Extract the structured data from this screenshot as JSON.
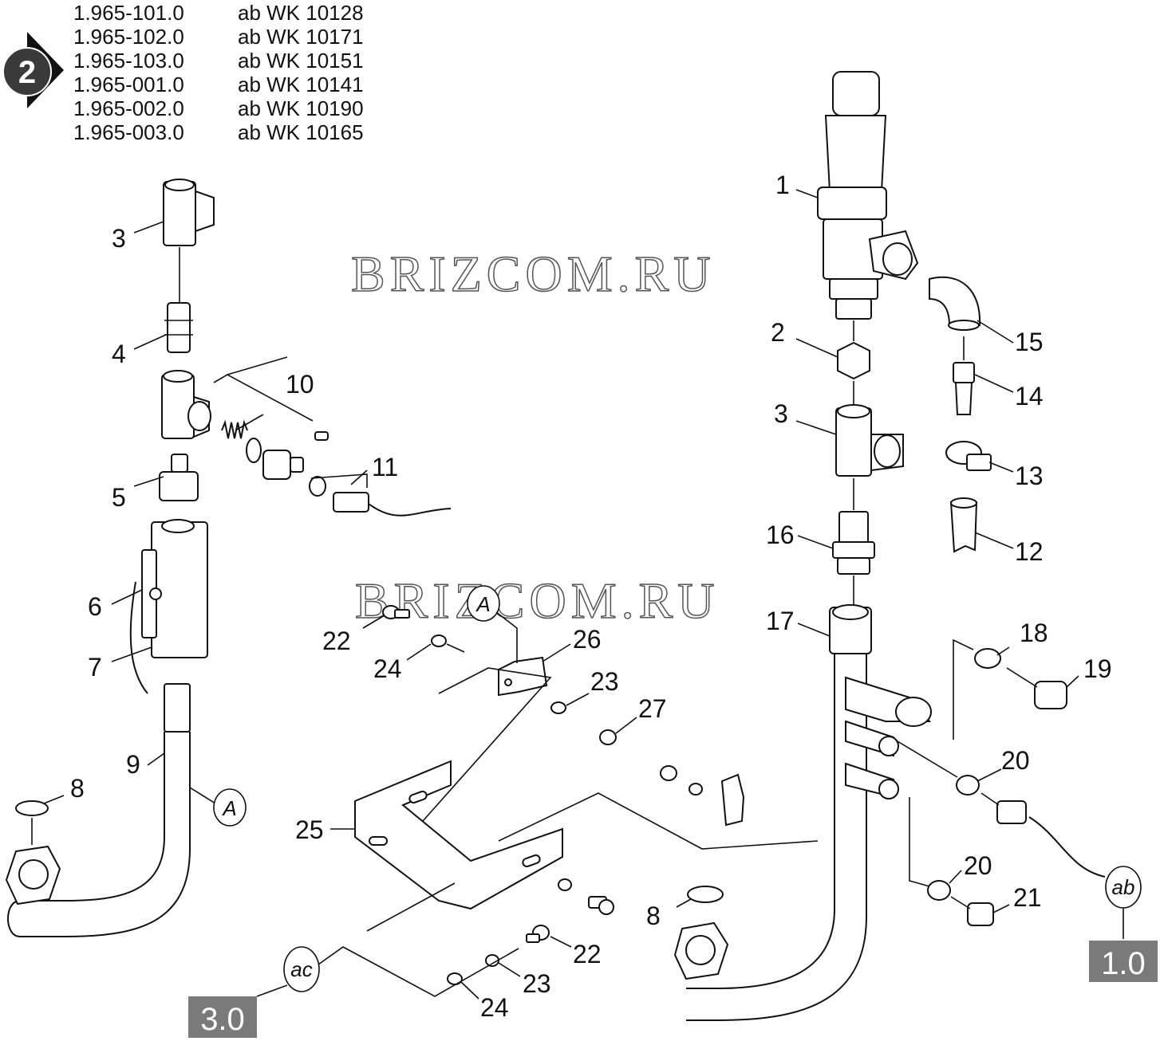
{
  "header": {
    "badge_number": "2",
    "rows": [
      {
        "part": "1.965-101.0",
        "serial": "ab WK 10128"
      },
      {
        "part": "1.965-102.0",
        "serial": "ab WK 10171"
      },
      {
        "part": "1.965-103.0",
        "serial": "ab WK 10151"
      },
      {
        "part": "1.965-001.0",
        "serial": "ab WK 10141"
      },
      {
        "part": "1.965-002.0",
        "serial": "ab WK 10190"
      },
      {
        "part": "1.965-003.0",
        "serial": "ab WK 10165"
      }
    ]
  },
  "watermark": "BRIZCOM.RU",
  "callouts": {
    "c1": "1",
    "c2": "2",
    "c3a": "3",
    "c3b": "3",
    "c4": "4",
    "c5": "5",
    "c6": "6",
    "c7": "7",
    "c8a": "8",
    "c8b": "8",
    "c9": "9",
    "c10": "10",
    "c11": "11",
    "c12": "12",
    "c13": "13",
    "c14": "14",
    "c15": "15",
    "c16": "16",
    "c17": "17",
    "c18": "18",
    "c19": "19",
    "c20a": "20",
    "c20b": "20",
    "c21": "21",
    "c22a": "22",
    "c22b": "22",
    "c23a": "23",
    "c23b": "23",
    "c24a": "24",
    "c24b": "24",
    "c25": "25",
    "c26": "26",
    "c27": "27"
  },
  "references": {
    "ref_a_top": "A",
    "ref_a_pipe": "A",
    "ref_ab": "ab",
    "ref_ac": "ac"
  },
  "page_refs": {
    "left": "3.0",
    "right": "1.0"
  }
}
